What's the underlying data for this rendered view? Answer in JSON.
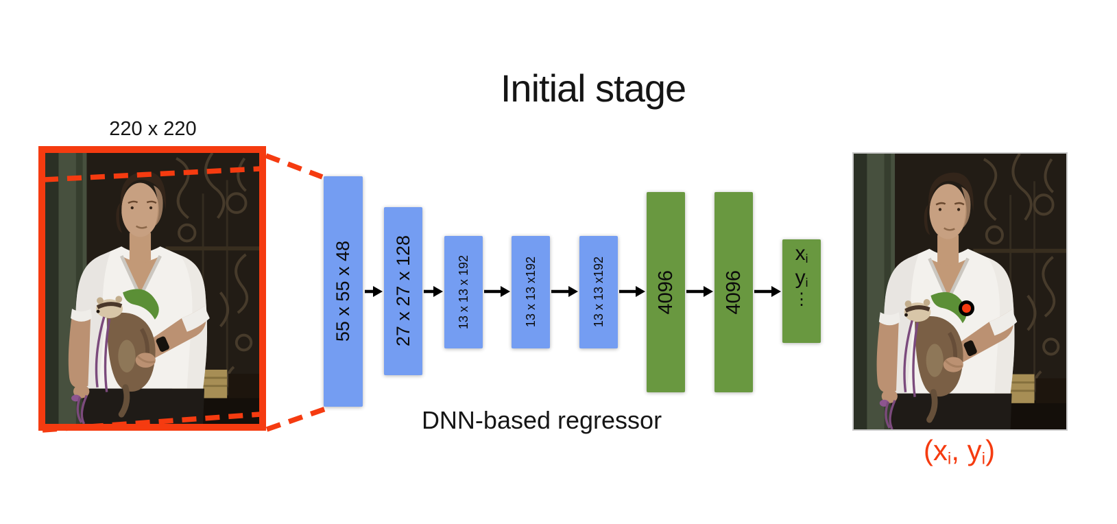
{
  "slide": {
    "title": "Initial stage",
    "input_size_label": "220 x 220",
    "regressor_caption": "DNN-based regressor",
    "point_label": {
      "prefix": "(x",
      "sub1": "i",
      "middle": ", y",
      "sub2": "i",
      "suffix": ")"
    }
  },
  "network": {
    "conv_labels": [
      "55 x 55 x 48",
      "27 x 27 x 128",
      "13 x 13 x 192",
      "13 x 13 x192",
      "13 x 13 x192"
    ],
    "fc_labels": [
      "4096",
      "4096"
    ],
    "output": {
      "line1_main": "x",
      "line1_sub": "i",
      "line2_main": "y",
      "line2_sub": "i",
      "ellipsis": "⋮"
    }
  },
  "colors": {
    "conv_layer": "#749df2",
    "fc_layer": "#699840",
    "accent_red": "#f53b10",
    "arrow": "#000000"
  }
}
